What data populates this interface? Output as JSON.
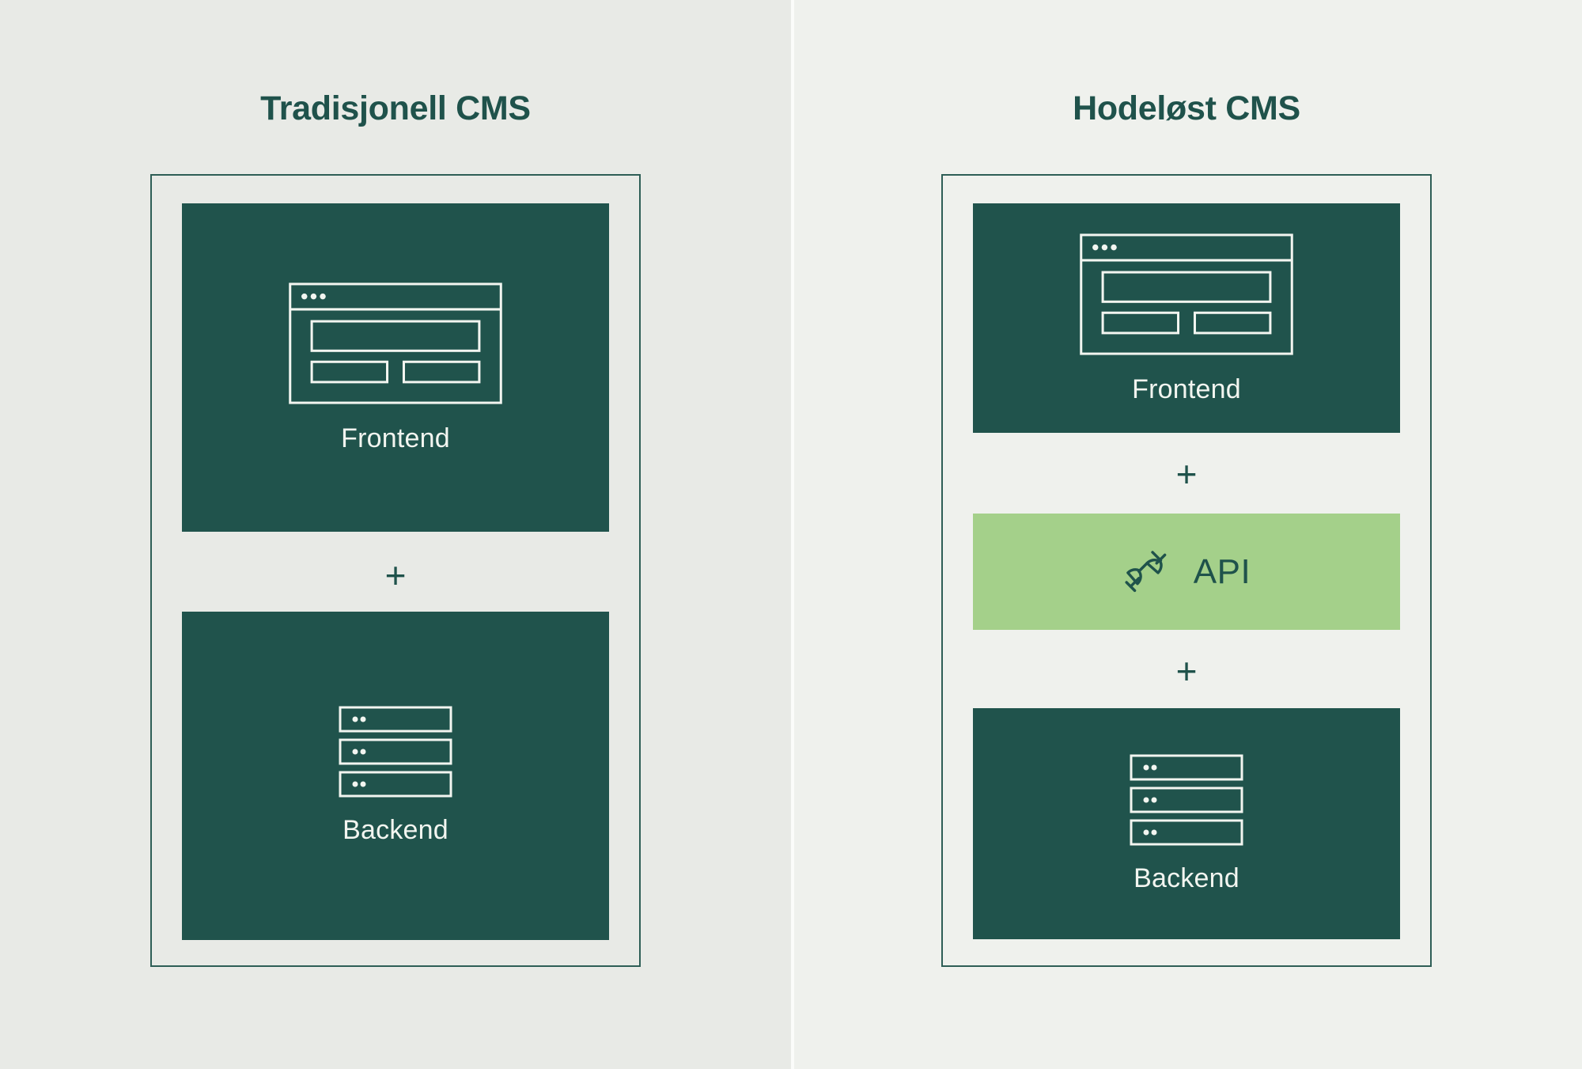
{
  "diagram": {
    "background_left": "#e8eae6",
    "background_right": "#eff1ed",
    "accent_dark": "#20534c",
    "accent_green": "#a4d08a",
    "text_light": "#f2f5f0"
  },
  "columns": [
    {
      "id": "traditional",
      "title": "Tradisjonell CMS",
      "blocks": [
        {
          "id": "frontend",
          "label": "Frontend",
          "icon": "browser-window-icon",
          "style": "dark"
        },
        {
          "id": "separator-1",
          "label": "+",
          "type": "separator"
        },
        {
          "id": "backend",
          "label": "Backend",
          "icon": "server-stack-icon",
          "style": "dark"
        }
      ]
    },
    {
      "id": "headless",
      "title": "Hodeløst CMS",
      "blocks": [
        {
          "id": "frontend",
          "label": "Frontend",
          "icon": "browser-window-icon",
          "style": "dark"
        },
        {
          "id": "separator-1",
          "label": "+",
          "type": "separator"
        },
        {
          "id": "api",
          "label": "API",
          "icon": "plug-connector-icon",
          "style": "green"
        },
        {
          "id": "separator-2",
          "label": "+",
          "type": "separator"
        },
        {
          "id": "backend",
          "label": "Backend",
          "icon": "server-stack-icon",
          "style": "dark"
        }
      ]
    }
  ]
}
